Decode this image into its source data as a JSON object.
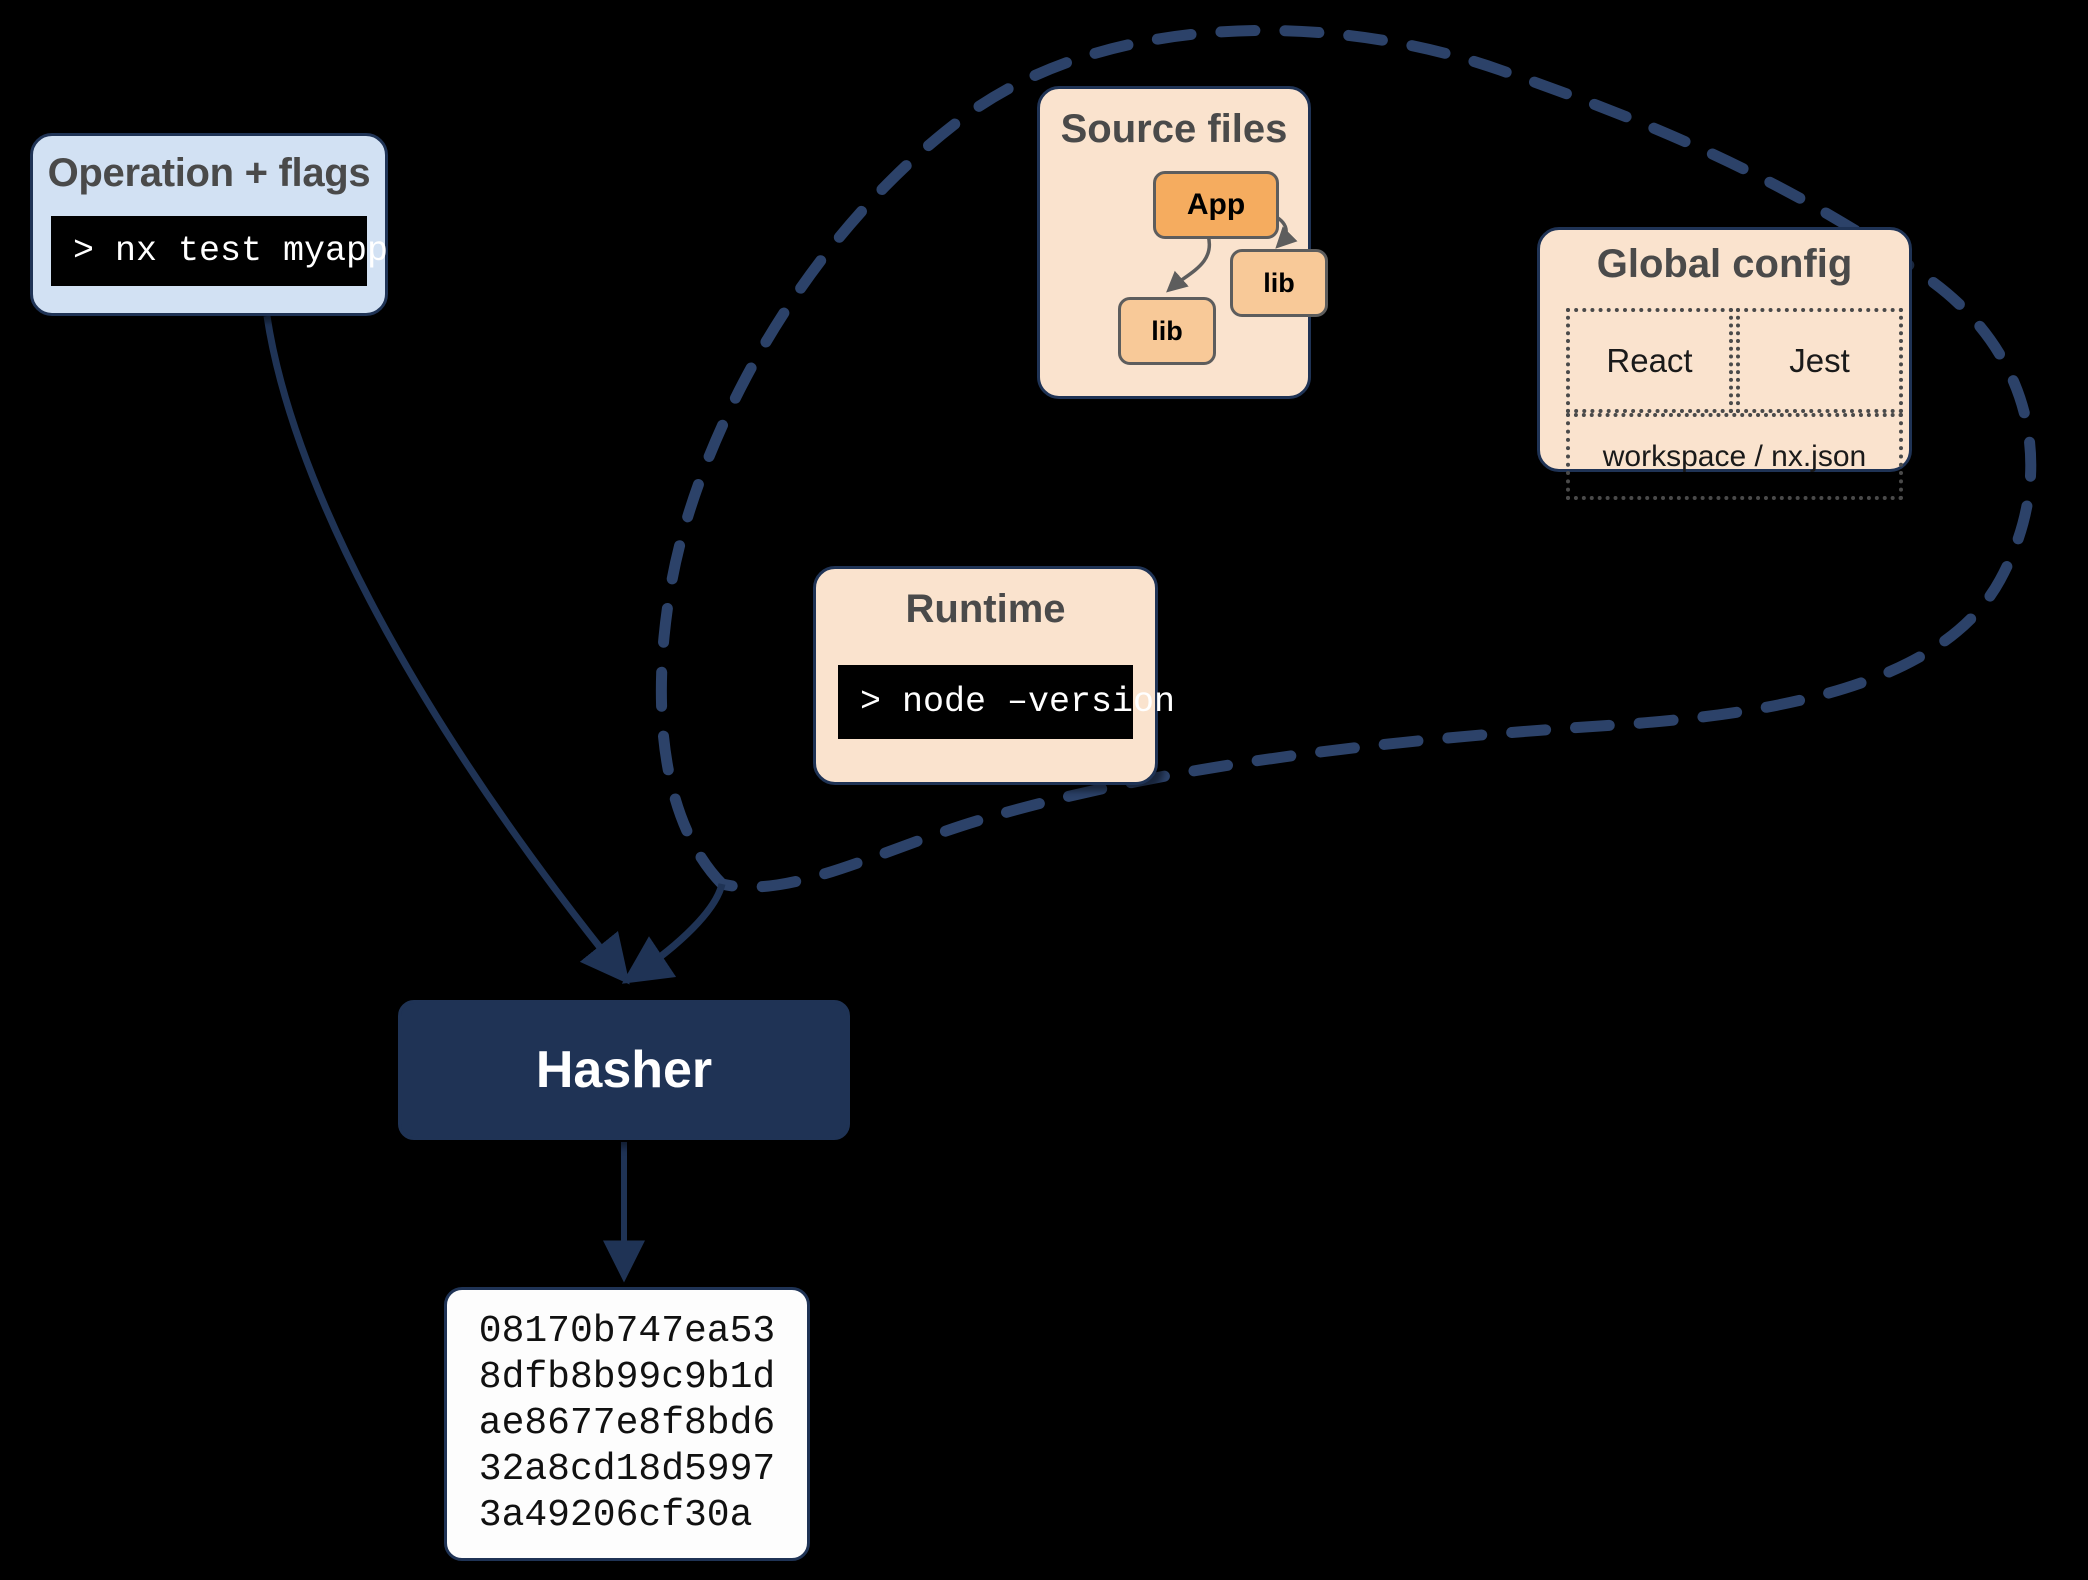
{
  "diagram": {
    "title": "Nx hasher inputs diagram",
    "colors": {
      "background": "#000000",
      "navy": "#1f3355",
      "blue_card": "#d2e1f3",
      "peach_card": "#fae3ce",
      "orange_app": "#f5ac5f",
      "orange_lib": "#f8c998",
      "terminal_bg": "#000000",
      "terminal_fg": "#ffffff",
      "heading_text": "#4a4a4a",
      "hash_card": "#fdfdfd"
    }
  },
  "operation": {
    "title": "Operation + flags",
    "command": "> nx test myapp"
  },
  "source_files": {
    "title": "Source files",
    "nodes": [
      {
        "label": "App"
      },
      {
        "label": "lib"
      },
      {
        "label": "lib"
      }
    ]
  },
  "global_config": {
    "title": "Global config",
    "cells": [
      {
        "label": "React"
      },
      {
        "label": "Jest"
      },
      {
        "label": "workspace / nx.json"
      }
    ]
  },
  "runtime": {
    "title": "Runtime",
    "command": "> node –version"
  },
  "hasher": {
    "label": "Hasher"
  },
  "hash_result": {
    "lines": [
      "08170b747ea53",
      "8dfb8b99c9b1d",
      "ae8677e8f8bd6",
      "32a8cd18d5997",
      "3a49206cf30a"
    ],
    "text": "08170b747ea53\n8dfb8b99c9b1d\nae8677e8f8bd6\n32a8cd18d5997\n3a49206cf30a"
  }
}
